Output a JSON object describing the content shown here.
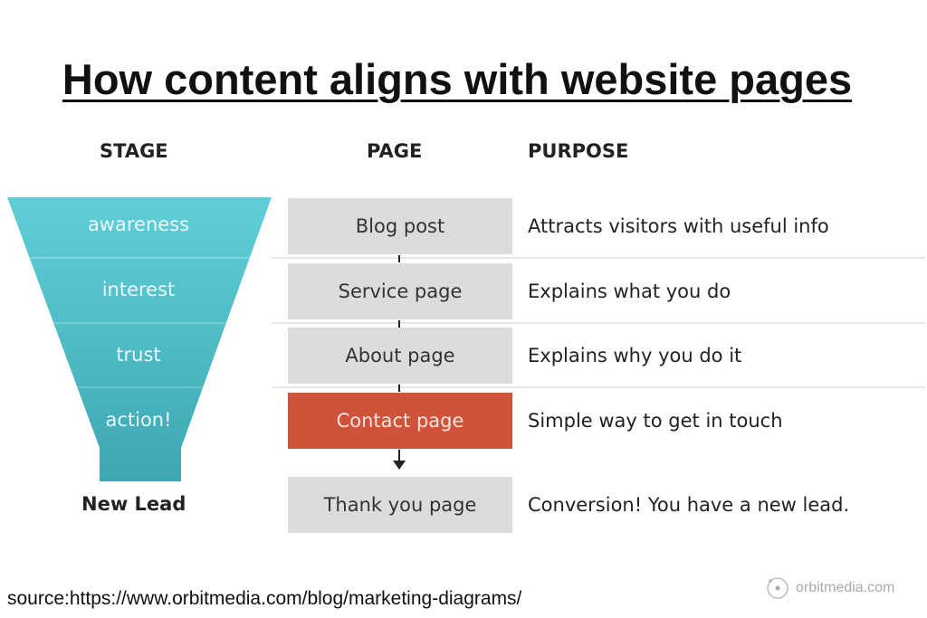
{
  "title": "How content aligns with website pages",
  "headers": {
    "stage": "STAGE",
    "page": "PAGE",
    "purpose": "PURPOSE"
  },
  "rows": [
    {
      "stage": "awareness",
      "page": "Blog post",
      "purpose": "Attracts visitors with useful info"
    },
    {
      "stage": "interest",
      "page": "Service page",
      "purpose": "Explains what you do"
    },
    {
      "stage": "trust",
      "page": "About page",
      "purpose": "Explains why you do it"
    },
    {
      "stage": "action!",
      "page": "Contact page",
      "purpose": "Simple way to get in touch"
    },
    {
      "stage": "New Lead",
      "page": "Thank you page",
      "purpose": "Conversion! You have a new lead."
    }
  ],
  "logo": "orbitmedia.com",
  "source": "source:https://www.orbitmedia.com/blog/marketing-diagrams/",
  "colors": {
    "funnel_top": "#5ecdd6",
    "funnel_bottom": "#3fa9b5",
    "highlight": "#cf533a",
    "box": "#dcdcdc"
  }
}
